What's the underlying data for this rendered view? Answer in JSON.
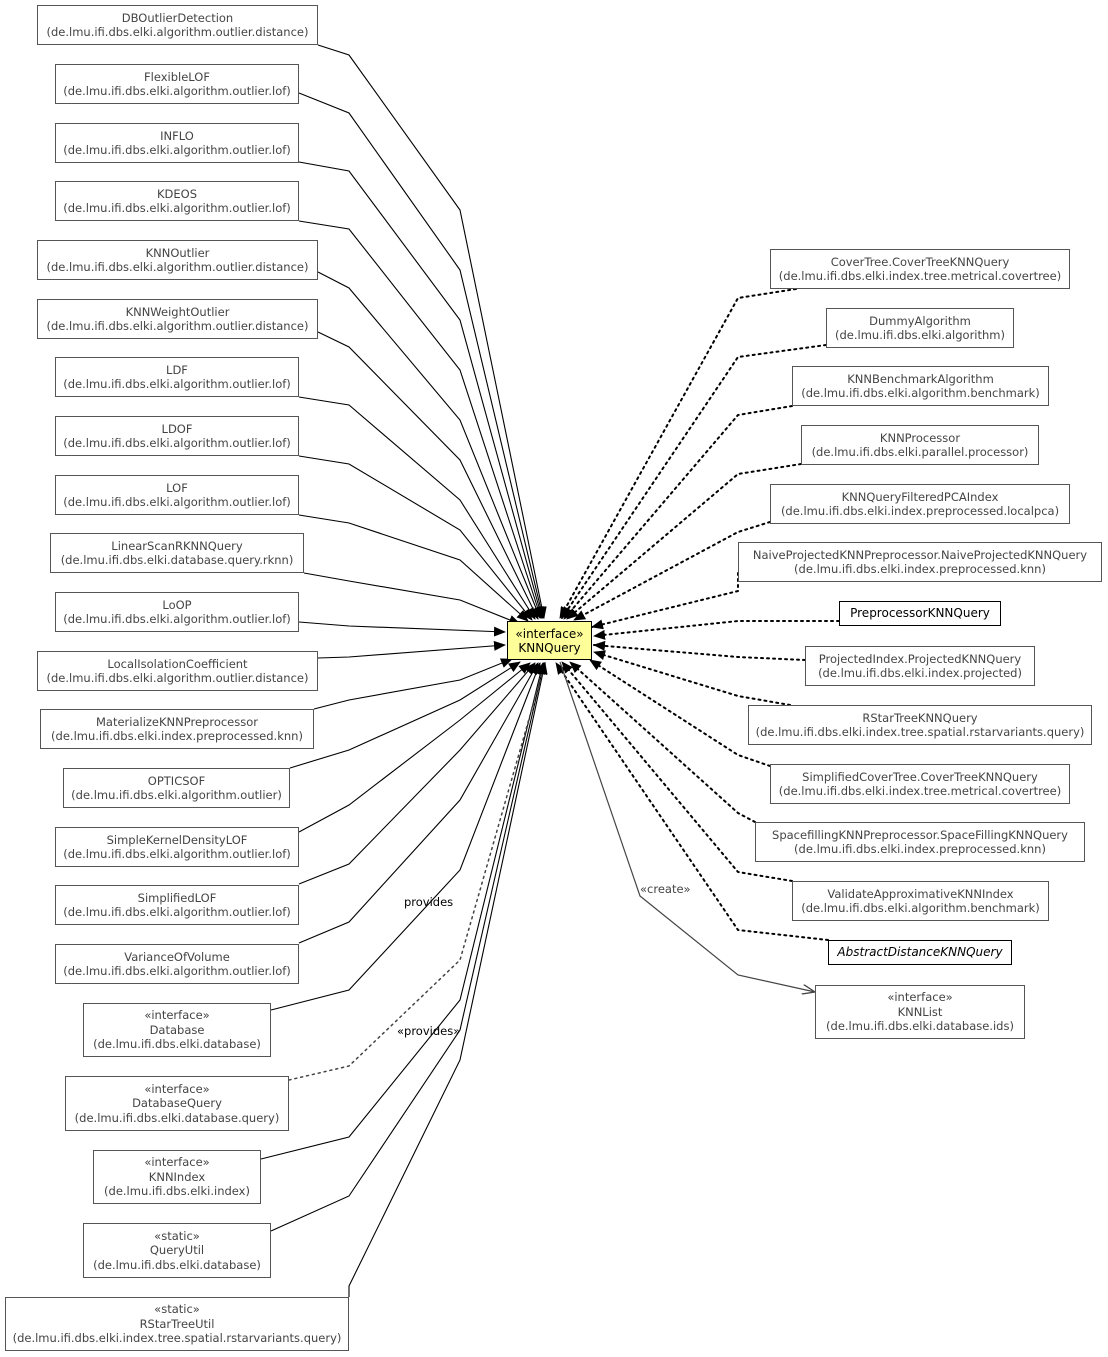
{
  "center": {
    "stereotype": "«interface»",
    "name": "KNNQuery"
  },
  "left_nodes": [
    {
      "name": "DBOutlierDetection",
      "pkg": "(de.lmu.ifi.dbs.elki.algorithm.outlier.distance)"
    },
    {
      "name": "FlexibleLOF",
      "pkg": "(de.lmu.ifi.dbs.elki.algorithm.outlier.lof)"
    },
    {
      "name": "INFLO",
      "pkg": "(de.lmu.ifi.dbs.elki.algorithm.outlier.lof)"
    },
    {
      "name": "KDEOS",
      "pkg": "(de.lmu.ifi.dbs.elki.algorithm.outlier.lof)"
    },
    {
      "name": "KNNOutlier",
      "pkg": "(de.lmu.ifi.dbs.elki.algorithm.outlier.distance)"
    },
    {
      "name": "KNNWeightOutlier",
      "pkg": "(de.lmu.ifi.dbs.elki.algorithm.outlier.distance)"
    },
    {
      "name": "LDF",
      "pkg": "(de.lmu.ifi.dbs.elki.algorithm.outlier.lof)"
    },
    {
      "name": "LDOF",
      "pkg": "(de.lmu.ifi.dbs.elki.algorithm.outlier.lof)"
    },
    {
      "name": "LOF",
      "pkg": "(de.lmu.ifi.dbs.elki.algorithm.outlier.lof)"
    },
    {
      "name": "LinearScanRKNNQuery",
      "pkg": "(de.lmu.ifi.dbs.elki.database.query.rknn)"
    },
    {
      "name": "LoOP",
      "pkg": "(de.lmu.ifi.dbs.elki.algorithm.outlier.lof)"
    },
    {
      "name": "LocalIsolationCoefficient",
      "pkg": "(de.lmu.ifi.dbs.elki.algorithm.outlier.distance)"
    },
    {
      "name": "MaterializeKNNPreprocessor",
      "pkg": "(de.lmu.ifi.dbs.elki.index.preprocessed.knn)"
    },
    {
      "name": "OPTICSOF",
      "pkg": "(de.lmu.ifi.dbs.elki.algorithm.outlier)"
    },
    {
      "name": "SimpleKernelDensityLOF",
      "pkg": "(de.lmu.ifi.dbs.elki.algorithm.outlier.lof)"
    },
    {
      "name": "SimplifiedLOF",
      "pkg": "(de.lmu.ifi.dbs.elki.algorithm.outlier.lof)"
    },
    {
      "name": "VarianceOfVolume",
      "pkg": "(de.lmu.ifi.dbs.elki.algorithm.outlier.lof)"
    },
    {
      "stereotype": "«interface»",
      "name": "Database",
      "pkg": "(de.lmu.ifi.dbs.elki.database)"
    },
    {
      "stereotype": "«interface»",
      "name": "DatabaseQuery",
      "pkg": "(de.lmu.ifi.dbs.elki.database.query)"
    },
    {
      "stereotype": "«interface»",
      "name": "KNNIndex",
      "pkg": "(de.lmu.ifi.dbs.elki.index)"
    },
    {
      "stereotype": "«static»",
      "name": "QueryUtil",
      "pkg": "(de.lmu.ifi.dbs.elki.database)"
    },
    {
      "stereotype": "«static»",
      "name": "RStarTreeUtil",
      "pkg": "(de.lmu.ifi.dbs.elki.index.tree.spatial.rstarvariants.query)"
    }
  ],
  "right_nodes": [
    {
      "name": "CoverTree.CoverTreeKNNQuery",
      "pkg": "(de.lmu.ifi.dbs.elki.index.tree.metrical.covertree)"
    },
    {
      "name": "DummyAlgorithm",
      "pkg": "(de.lmu.ifi.dbs.elki.algorithm)"
    },
    {
      "name": "KNNBenchmarkAlgorithm",
      "pkg": "(de.lmu.ifi.dbs.elki.algorithm.benchmark)"
    },
    {
      "name": "KNNProcessor",
      "pkg": "(de.lmu.ifi.dbs.elki.parallel.processor)"
    },
    {
      "name": "KNNQueryFilteredPCAIndex",
      "pkg": "(de.lmu.ifi.dbs.elki.index.preprocessed.localpca)"
    },
    {
      "name": "NaiveProjectedKNNPreprocessor.NaiveProjectedKNNQuery",
      "pkg": "(de.lmu.ifi.dbs.elki.index.preprocessed.knn)"
    },
    {
      "name": "PreprocessorKNNQuery"
    },
    {
      "name": "ProjectedIndex.ProjectedKNNQuery",
      "pkg": "(de.lmu.ifi.dbs.elki.index.projected)"
    },
    {
      "name": "RStarTreeKNNQuery",
      "pkg": "(de.lmu.ifi.dbs.elki.index.tree.spatial.rstarvariants.query)"
    },
    {
      "name": "SimplifiedCoverTree.CoverTreeKNNQuery",
      "pkg": "(de.lmu.ifi.dbs.elki.index.tree.metrical.covertree)"
    },
    {
      "name": "SpacefillingKNNPreprocessor.SpaceFillingKNNQuery",
      "pkg": "(de.lmu.ifi.dbs.elki.index.preprocessed.knn)"
    },
    {
      "name": "ValidateApproximativeKNNIndex",
      "pkg": "(de.lmu.ifi.dbs.elki.algorithm.benchmark)"
    },
    {
      "name": "AbstractDistanceKNNQuery"
    }
  ],
  "knnlist": {
    "stereotype": "«interface»",
    "name": "KNNList",
    "pkg": "(de.lmu.ifi.dbs.elki.database.ids)"
  },
  "edge_labels": {
    "provides": "provides",
    "provides_stereo": "«provides»",
    "create": "«create»"
  }
}
